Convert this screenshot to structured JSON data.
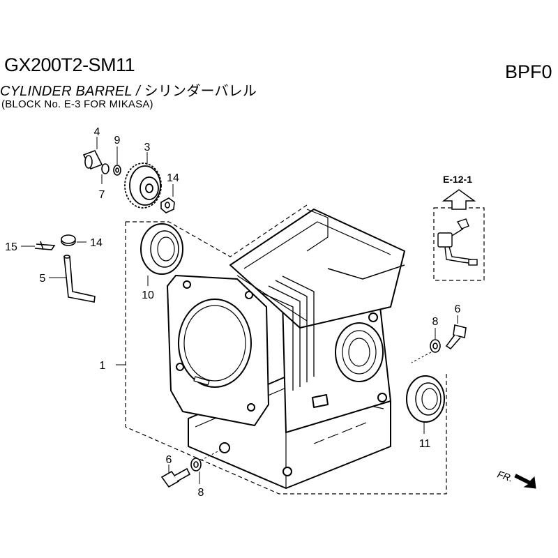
{
  "header": {
    "model": "GX200T2-SM11",
    "section_en": "CYLINDER BARREL",
    "separator": "/",
    "section_jp": "シリンダーバレル",
    "block_note": "(BLOCK No. E-3 FOR MIKASA)",
    "code": "BPF0"
  },
  "callouts": {
    "p1": "1",
    "p3": "3",
    "p4": "4",
    "p5": "5",
    "p6a": "6",
    "p6b": "6",
    "p7": "7",
    "p8a": "8",
    "p8b": "8",
    "p9": "9",
    "p10": "10",
    "p11": "11",
    "p14a": "14",
    "p14b": "14",
    "p15": "15"
  },
  "reference": {
    "label": "E-12-1"
  },
  "direction": {
    "label": "FR."
  }
}
